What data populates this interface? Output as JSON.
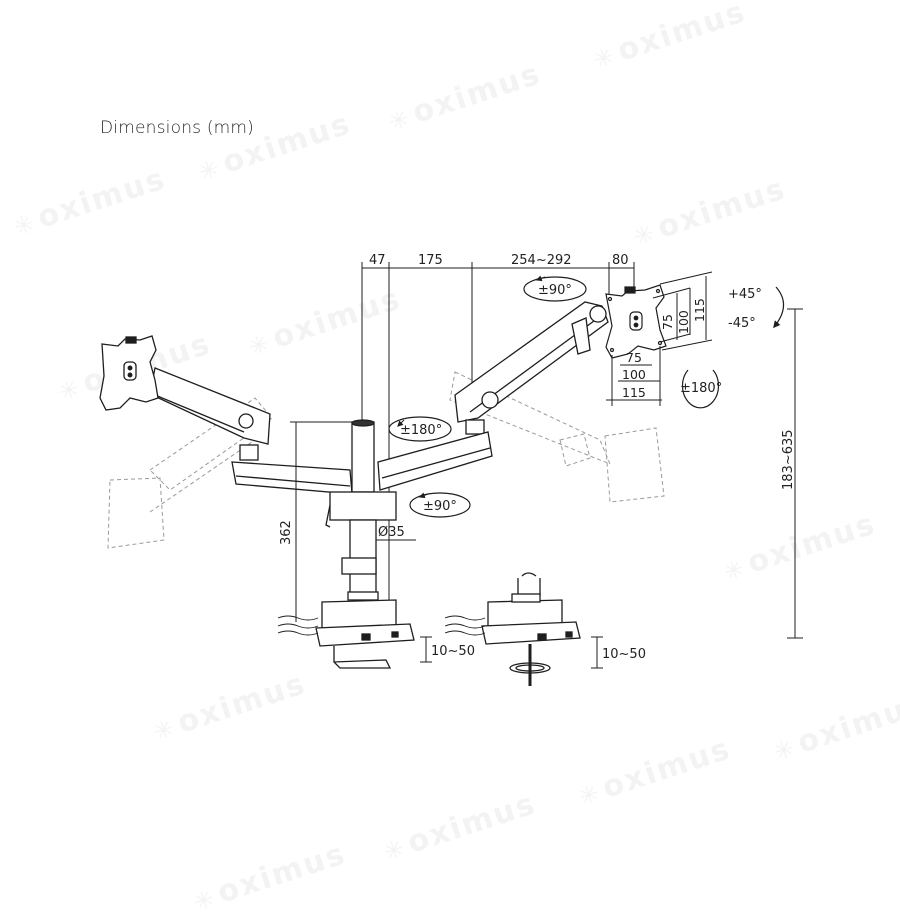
{
  "title": "Dimensions (mm)",
  "watermark": {
    "text": "oximus"
  },
  "colors": {
    "line": "#1e1e1e",
    "dashed": "#8a8a8a",
    "ghost": "#b5b5b5",
    "watermark": "#f3f3f3",
    "background": "#ffffff"
  },
  "top_dimensions": [
    {
      "id": "pole_offset",
      "label": "47"
    },
    {
      "id": "first_arm",
      "label": "175"
    },
    {
      "id": "second_arm",
      "label": "254~292"
    },
    {
      "id": "head",
      "label": "80"
    }
  ],
  "rotations": {
    "arm_swivel": "±90°",
    "joint_swivel": "±180°",
    "base_swivel": "±90°",
    "screen_rotation": "±180°",
    "tilt_up": "+45°",
    "tilt_down": "-45°"
  },
  "vesa": {
    "vertical": [
      "75",
      "100",
      "115"
    ],
    "horizontal": [
      "75",
      "100",
      "115"
    ]
  },
  "pole": {
    "height_label": "362",
    "diameter_label": "Ø35"
  },
  "height_range_label": "183~635",
  "desk_clamp": {
    "thickness_label": "10~50"
  },
  "grommet": {
    "thickness_label": "10~50"
  }
}
